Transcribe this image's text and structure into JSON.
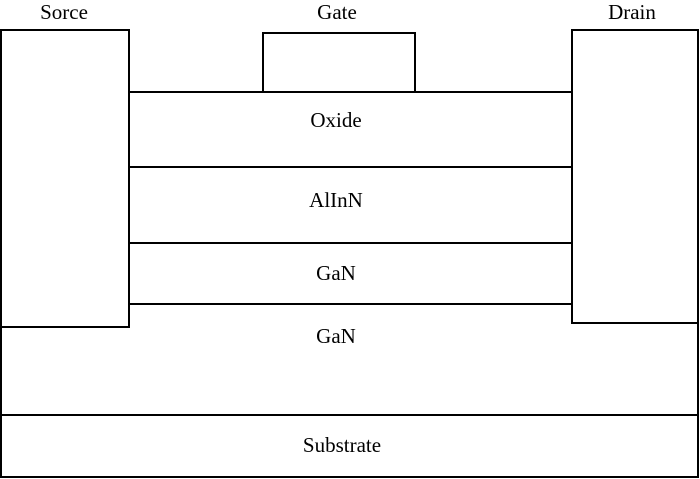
{
  "diagram": {
    "labels": {
      "source": "Sorce",
      "gate": "Gate",
      "drain": "Drain",
      "oxide": "Oxide",
      "barrier": "AlInN",
      "channel": "GaN",
      "buffer": "GaN",
      "substrate": "Substrate"
    },
    "colors": {
      "stroke": "#000000",
      "fill": "#ffffff"
    }
  }
}
